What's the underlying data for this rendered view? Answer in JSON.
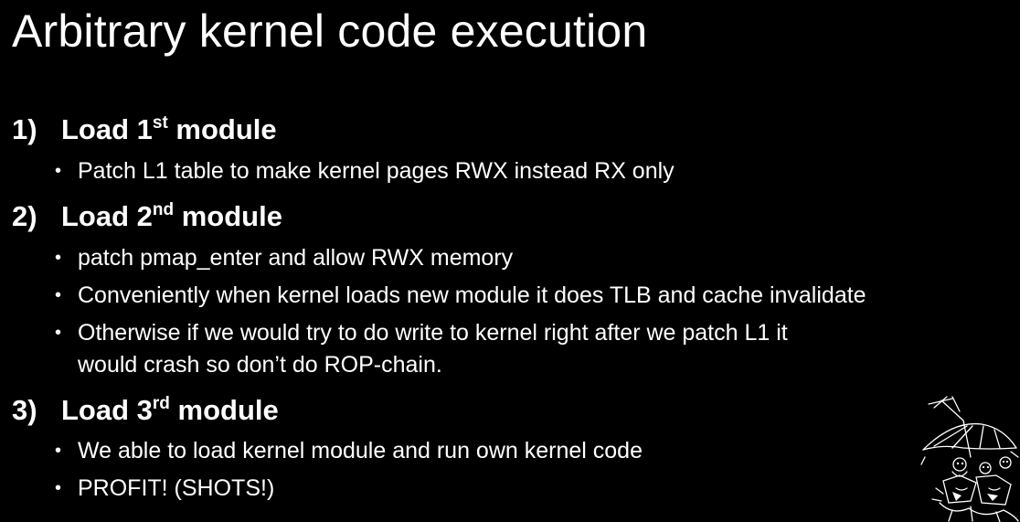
{
  "slide": {
    "title": "Arbitrary kernel code execution",
    "items": [
      {
        "number": "1)",
        "label_pre": "Load 1",
        "label_sup": "st",
        "label_post": " module",
        "bullets": [
          "Patch L1 table to make kernel pages RWX instead RX only"
        ]
      },
      {
        "number": "2)",
        "label_pre": "Load 2",
        "label_sup": "nd",
        "label_post": " module",
        "bullets": [
          "patch pmap_enter and allow RWX memory",
          "Conveniently when kernel loads new module it does TLB and cache invalidate",
          "Otherwise if we would try to do write to kernel right after we patch L1 it",
          "would crash so don’t do ROP-chain."
        ]
      },
      {
        "number": "3)",
        "label_pre": "Load 3",
        "label_sup": "rd",
        "label_post": " module",
        "bullets": [
          "We able to load kernel module and run own kernel code",
          "PROFIT! (SHOTS!)"
        ]
      }
    ],
    "bullet_glyph": "•",
    "decoration_icon": "party-sketch-icon",
    "colors": {
      "background": "#000000",
      "text": "#ffffff"
    }
  }
}
